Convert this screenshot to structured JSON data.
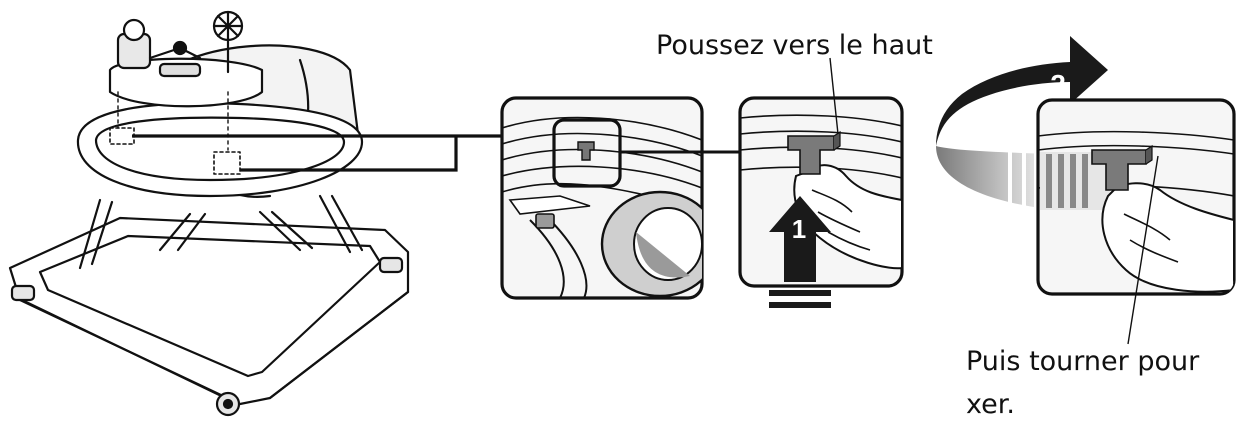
{
  "labels": {
    "push_up": "Poussez vers le haut",
    "then_turn": "Puis tourner pour",
    "then_turn_cont": "xer."
  },
  "steps": [
    {
      "number": "1"
    },
    {
      "number": "2"
    }
  ],
  "colors": {
    "line": "#111111",
    "arrow_dark": "#1a1a1a",
    "arrow_mid": "#888888",
    "arrow_light": "#d8d8d8",
    "panel_bg": "#f4f4f4"
  }
}
